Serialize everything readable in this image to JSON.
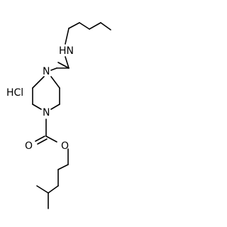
{
  "structure": {
    "salt": "HCl",
    "atoms": {
      "amine_n": "HN",
      "piperazine_n_top": "N",
      "piperazine_n_bottom": "N",
      "carbonyl_o": "O",
      "ester_o": "O"
    },
    "colors": {
      "bond": "#000000",
      "text": "#000000",
      "background": "#ffffff"
    }
  }
}
